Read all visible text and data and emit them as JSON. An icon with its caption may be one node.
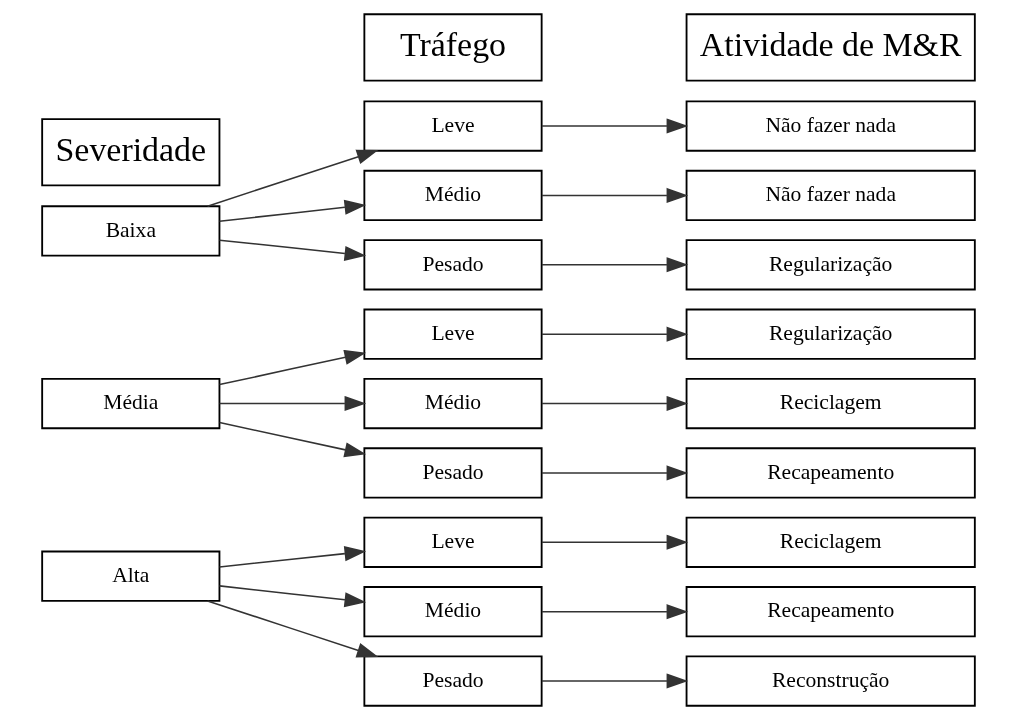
{
  "diagram": {
    "nodes": [
      {
        "text": [
          "Severidade"
        ]
      },
      {
        "text": [
          "Tráfego"
        ]
      },
      {
        "text": [
          "Atividade de M&R"
        ]
      },
      {
        "text": [
          "Baixa"
        ]
      },
      {
        "text": [
          "Leve"
        ]
      },
      {
        "text": [
          "Não fazer nada"
        ]
      },
      {
        "text": [
          "Médio"
        ]
      },
      {
        "text": [
          "Não fazer nada"
        ]
      },
      {
        "text": [
          "Pesado"
        ]
      },
      {
        "text": [
          "Regularização"
        ]
      },
      {
        "text": [
          "Média"
        ]
      },
      {
        "text": [
          "Leve"
        ]
      },
      {
        "text": [
          "Regularização"
        ]
      },
      {
        "text": [
          "Médio"
        ]
      },
      {
        "text": [
          "Reciclagem"
        ]
      },
      {
        "text": [
          "Pesado"
        ]
      },
      {
        "text": [
          "Recapeamento"
        ]
      },
      {
        "text": [
          "Alta"
        ]
      },
      {
        "text": [
          "Leve"
        ]
      },
      {
        "text": [
          "Reciclagem"
        ]
      },
      {
        "text": [
          "Médio"
        ]
      },
      {
        "text": [
          "Recapeamento"
        ]
      },
      {
        "text": [
          "Pesado"
        ]
      },
      {
        "text": [
          "Reconstrução"
        ]
      }
    ],
    "edges": [
      {
        "from": 3,
        "to": 4,
        "arrow": "to"
      },
      {
        "from": 3,
        "to": 6,
        "arrow": "to"
      },
      {
        "from": 3,
        "to": 8,
        "arrow": "to"
      },
      {
        "from": 4,
        "to": 5,
        "arrow": "to"
      },
      {
        "from": 6,
        "to": 7,
        "arrow": "to"
      },
      {
        "from": 8,
        "to": 9,
        "arrow": "to"
      },
      {
        "from": 10,
        "to": 11,
        "arrow": "to"
      },
      {
        "from": 10,
        "to": 13,
        "arrow": "to"
      },
      {
        "from": 10,
        "to": 15,
        "arrow": "to"
      },
      {
        "from": 11,
        "to": 12,
        "arrow": "to"
      },
      {
        "from": 13,
        "to": 14,
        "arrow": "to"
      },
      {
        "from": 15,
        "to": 16,
        "arrow": "to"
      },
      {
        "from": 17,
        "to": 18,
        "arrow": "to"
      },
      {
        "from": 17,
        "to": 20,
        "arrow": "to"
      },
      {
        "from": 17,
        "to": 22,
        "arrow": "to"
      },
      {
        "from": 18,
        "to": 19,
        "arrow": "to"
      },
      {
        "from": 20,
        "to": 21,
        "arrow": "to"
      },
      {
        "from": 22,
        "to": 23,
        "arrow": "to"
      }
    ]
  }
}
